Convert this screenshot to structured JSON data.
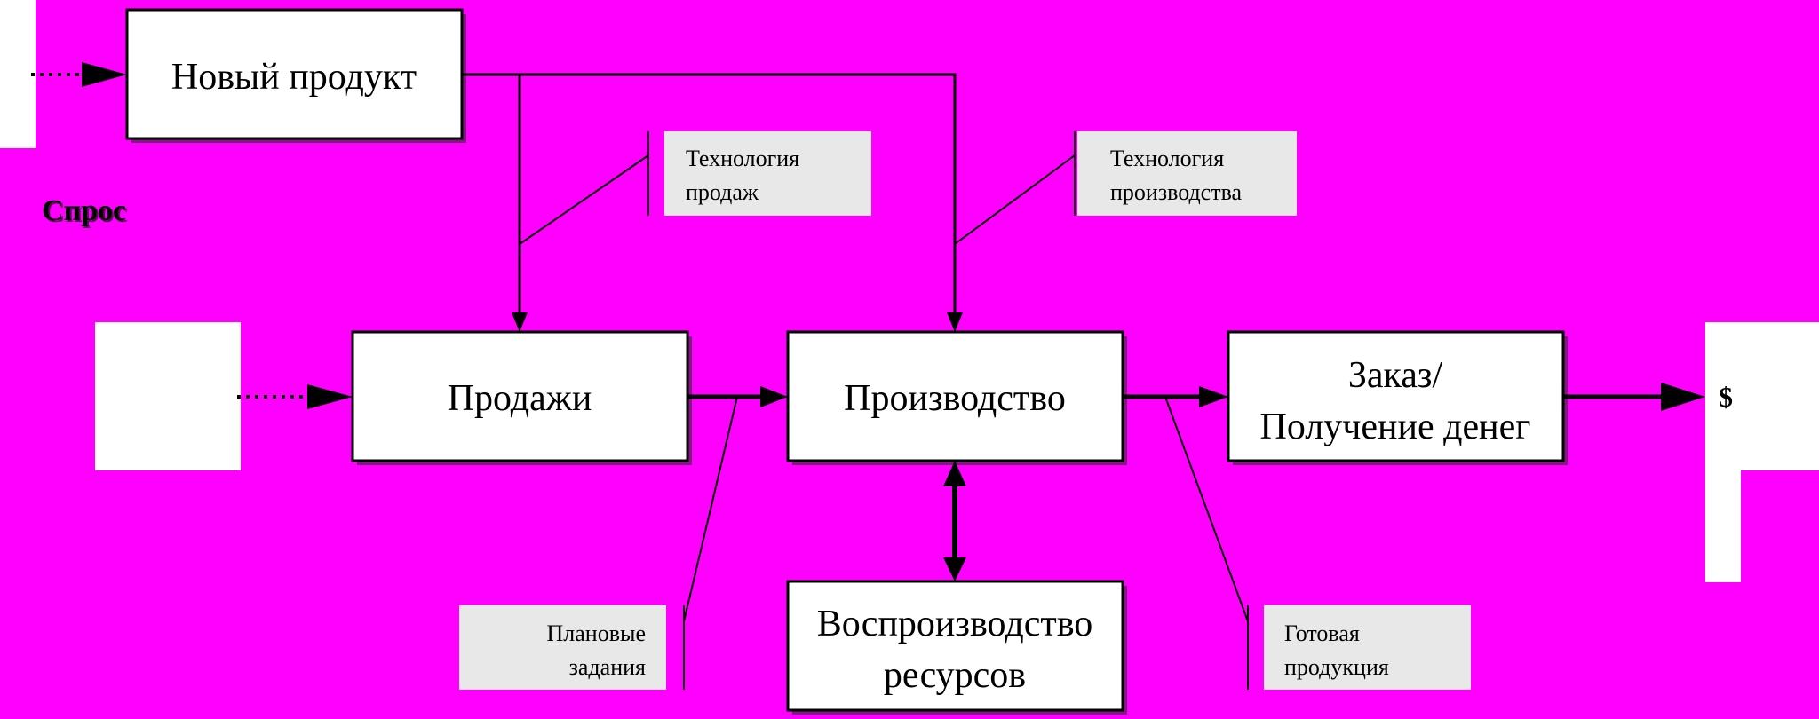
{
  "colors": {
    "background": "#FF00FF",
    "box_fill": "#FFFFFF",
    "note_fill": "#E8E8E8",
    "line": "#000000",
    "shadow": "#7F1A7F"
  },
  "labels": {
    "new_product": "Новый продукт",
    "demand": "Спрос",
    "sales": "Продажи",
    "production": "Производство",
    "order_line1": "Заказ/",
    "order_line2": "Получение денег",
    "reproduction_line1": "Воспроизводство",
    "reproduction_line2": "ресурсов",
    "sales_tech_line1": "Технология",
    "sales_tech_line2": "продаж",
    "prod_tech_line1": "Технология",
    "prod_tech_line2": "производства",
    "planned_line1": "Плановые",
    "planned_line2": "задания",
    "finished_line1": "Готовая",
    "finished_line2": "продукция",
    "money": "$"
  }
}
